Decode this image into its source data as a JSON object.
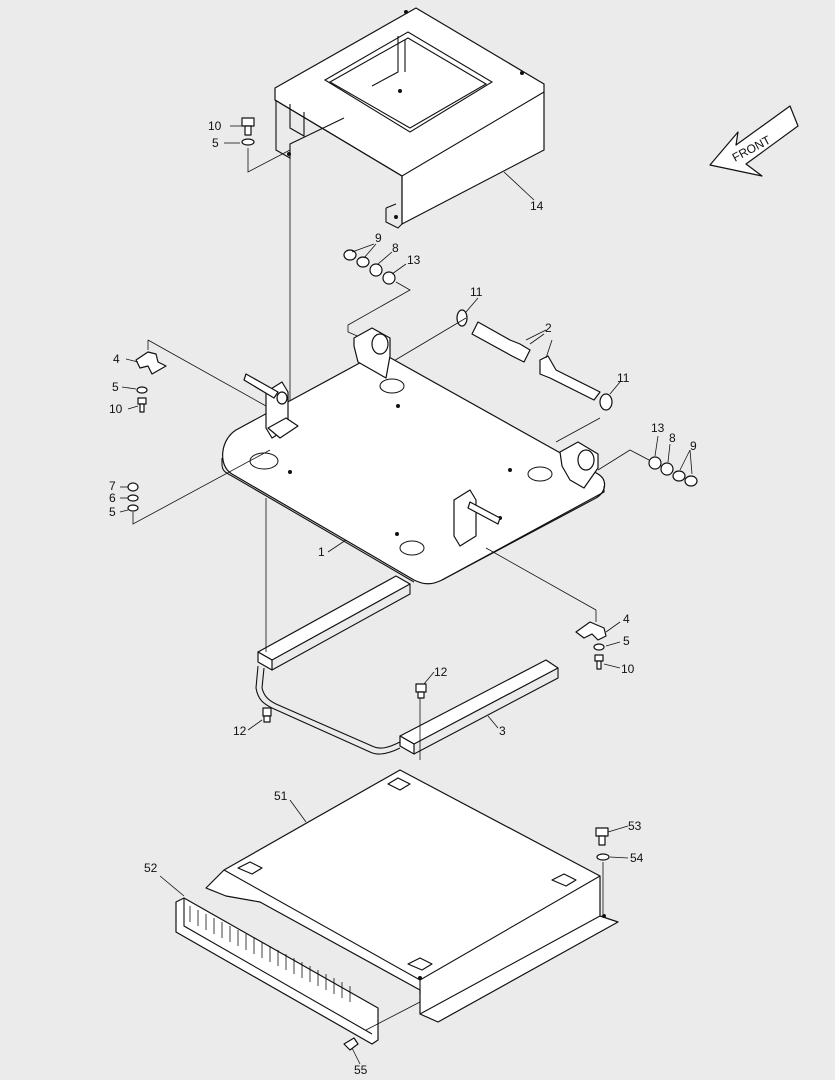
{
  "diagram": {
    "front_label": "FRONT",
    "callouts": [
      {
        "id": "c-10a",
        "text": "10"
      },
      {
        "id": "c-5a",
        "text": "5"
      },
      {
        "id": "c-14",
        "text": "14"
      },
      {
        "id": "c-9a",
        "text": "9"
      },
      {
        "id": "c-8a",
        "text": "8"
      },
      {
        "id": "c-13a",
        "text": "13"
      },
      {
        "id": "c-11a",
        "text": "11"
      },
      {
        "id": "c-2",
        "text": "2"
      },
      {
        "id": "c-11b",
        "text": "11"
      },
      {
        "id": "c-4a",
        "text": "4"
      },
      {
        "id": "c-5b",
        "text": "5"
      },
      {
        "id": "c-10b",
        "text": "10"
      },
      {
        "id": "c-13b",
        "text": "13"
      },
      {
        "id": "c-8b",
        "text": "8"
      },
      {
        "id": "c-9b",
        "text": "9"
      },
      {
        "id": "c-7",
        "text": "7"
      },
      {
        "id": "c-6",
        "text": "6"
      },
      {
        "id": "c-5c",
        "text": "5"
      },
      {
        "id": "c-1",
        "text": "1"
      },
      {
        "id": "c-4b",
        "text": "4"
      },
      {
        "id": "c-5d",
        "text": "5"
      },
      {
        "id": "c-10c",
        "text": "10"
      },
      {
        "id": "c-12a",
        "text": "12"
      },
      {
        "id": "c-3",
        "text": "3"
      },
      {
        "id": "c-12b",
        "text": "12"
      },
      {
        "id": "c-51",
        "text": "51"
      },
      {
        "id": "c-53",
        "text": "53"
      },
      {
        "id": "c-52",
        "text": "52"
      },
      {
        "id": "c-54",
        "text": "54"
      },
      {
        "id": "c-55",
        "text": "55"
      }
    ]
  }
}
